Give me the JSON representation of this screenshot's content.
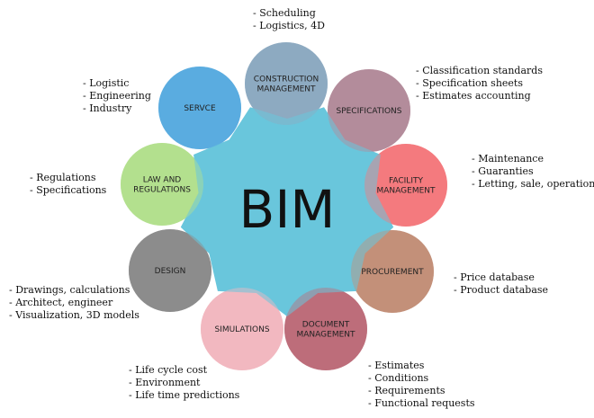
{
  "center": {
    "label": "BIM",
    "color": "#69c6dc"
  },
  "nodes": [
    {
      "id": "construction-management",
      "label": [
        "CONSTRUCTION",
        "MANAGEMENT"
      ],
      "color": "#8daac2",
      "bullets": [
        "Scheduling",
        "Logistics, 4D"
      ]
    },
    {
      "id": "specifications",
      "label": [
        "SPECIFICATIONS"
      ],
      "color": "#b38c9b",
      "bullets": [
        "Classification standards",
        "Specification sheets",
        "Estimates accounting"
      ]
    },
    {
      "id": "facility-management",
      "label": [
        "FACILITY",
        "MANAGEMENT"
      ],
      "color": "#f47a7e",
      "bullets": [
        "Maintenance",
        "Guaranties",
        "Letting, sale, operations"
      ]
    },
    {
      "id": "procurement",
      "label": [
        "PROCUREMENT"
      ],
      "color": "#c39079",
      "bullets": [
        "Price database",
        "Product database"
      ]
    },
    {
      "id": "document-management",
      "label": [
        "DOCUMENT",
        "MANAGEMENT"
      ],
      "color": "#bd6d7a",
      "bullets": [
        "Estimates",
        "Conditions",
        "Requirements",
        "Functional requests"
      ]
    },
    {
      "id": "simulations",
      "label": [
        "SIMULATIONS"
      ],
      "color": "#f2b9c0",
      "bullets": [
        "Life cycle cost",
        "Environment",
        "Life time predictions"
      ]
    },
    {
      "id": "design",
      "label": [
        "DESIGN"
      ],
      "color": "#8c8c8c",
      "bullets": [
        "Drawings, calculations",
        "Architect, engineer",
        "Visualization,  3D models"
      ]
    },
    {
      "id": "law-and-regulations",
      "label": [
        "LAW AND",
        "REGULATIONS"
      ],
      "color": "#b3e08f",
      "bullets": [
        "Regulations",
        "Specifications"
      ]
    },
    {
      "id": "servce",
      "label": [
        "SERVCE"
      ],
      "color": "#5aace0",
      "bullets": [
        "Logistic",
        "Engineering",
        "Industry"
      ]
    }
  ]
}
